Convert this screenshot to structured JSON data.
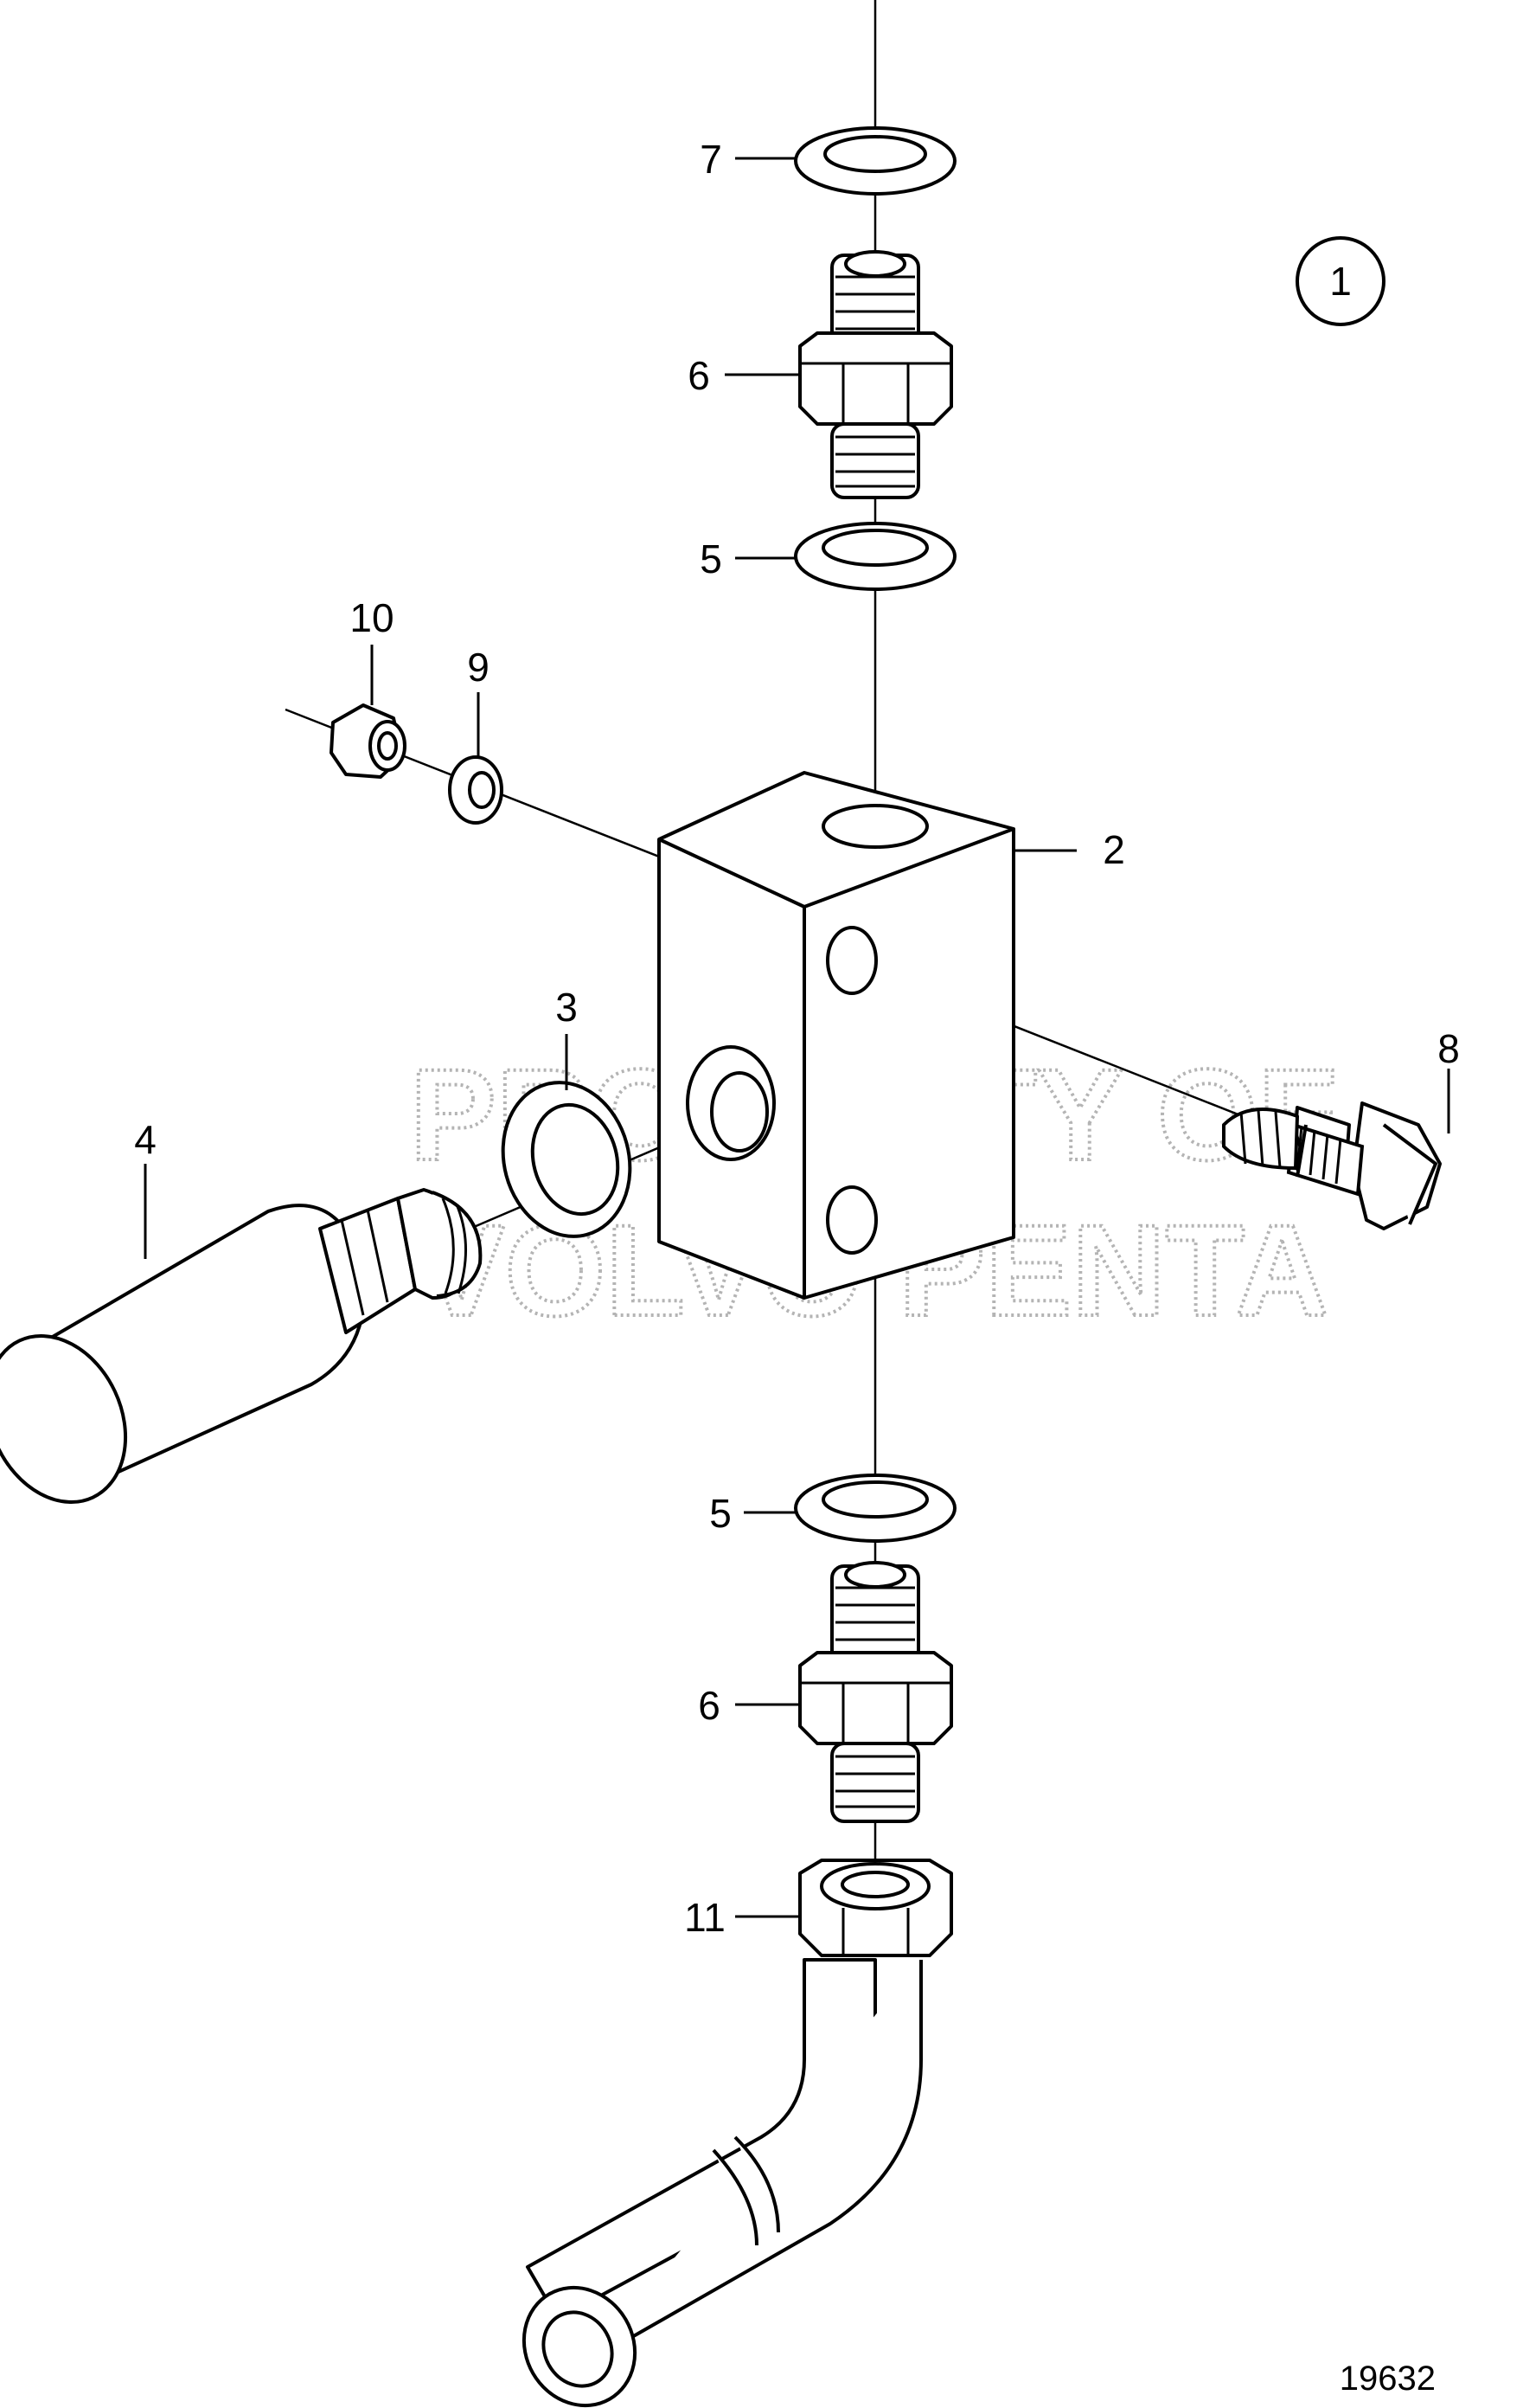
{
  "callouts": {
    "c1": "1",
    "c2": "2",
    "c3": "3",
    "c4": "4",
    "c5_top": "5",
    "c5_bottom": "5",
    "c6_top": "6",
    "c6_bottom": "6",
    "c7": "7",
    "c8": "8",
    "c9": "9",
    "c10": "10",
    "c11": "11"
  },
  "watermark": {
    "line1": "PROPERTY OF",
    "line2": "VOLVO PENTA"
  },
  "document_number": "19632"
}
